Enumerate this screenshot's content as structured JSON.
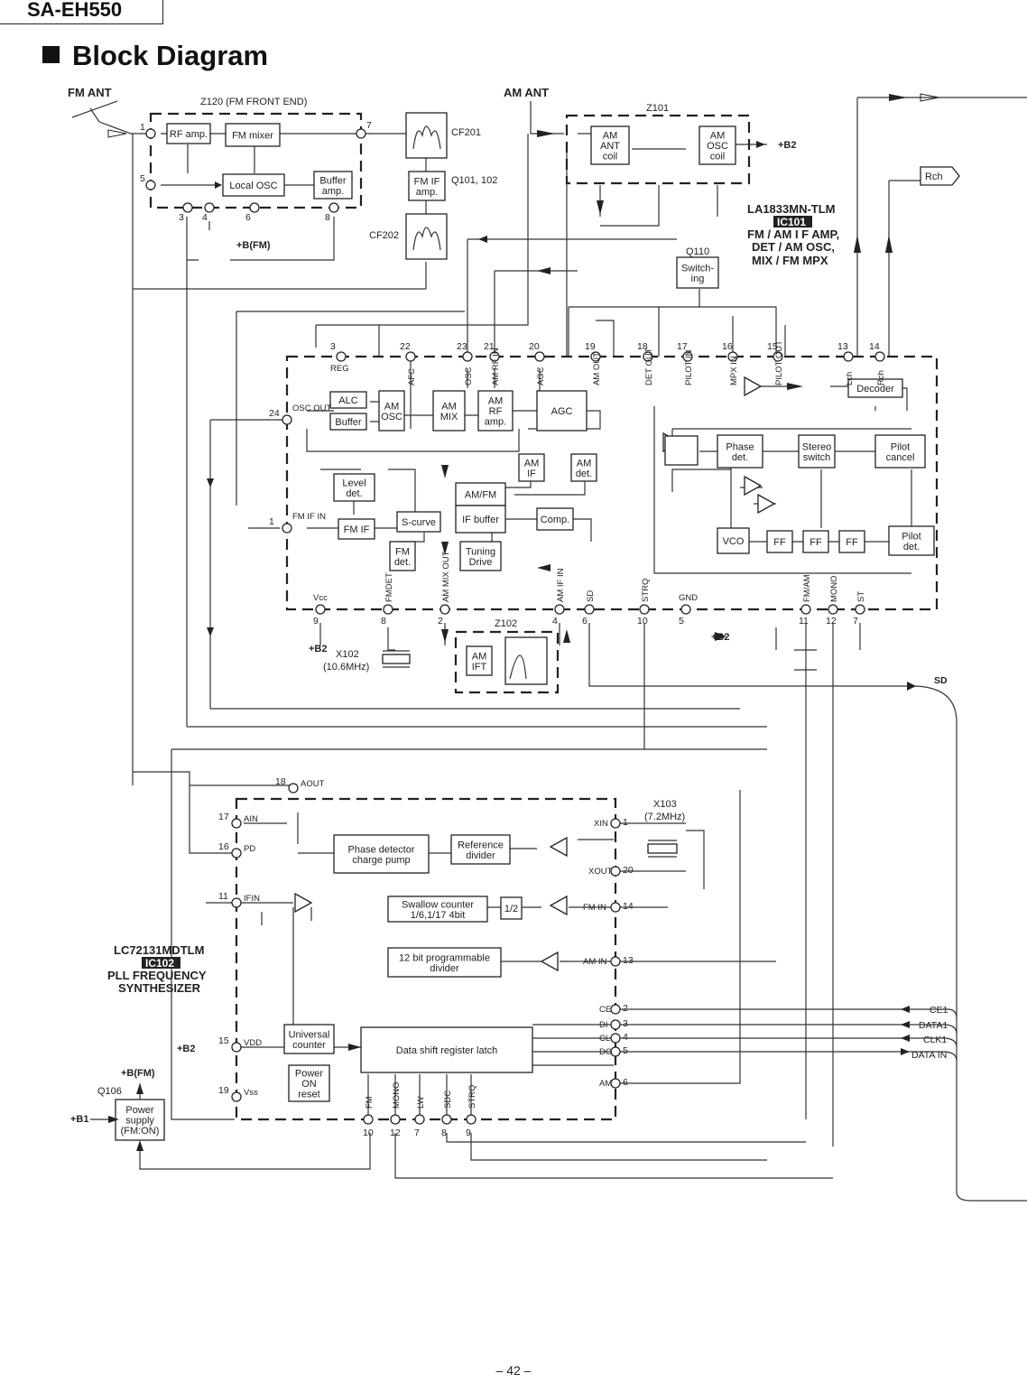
{
  "model": "SA-EH550",
  "heading": "Block Diagram",
  "page_number": "– 42 –",
  "labels": {
    "fm_ant": "FM ANT",
    "am_ant": "AM ANT",
    "z120": "Z120 (FM  FRONT  END)",
    "z101": "Z101",
    "z102": "Z102",
    "cf201": "CF201",
    "cf202": "CF202",
    "q101": "Q101,\n102",
    "q110": "Q110",
    "q106": "Q106",
    "x102": "X102",
    "x102_freq": "(10.6MHz)",
    "x103": "X103",
    "x103_freq": "(7.2MHz)",
    "b2": "+B2",
    "b_fm": "+B(FM)",
    "b1": "+B1",
    "rch": "Rch",
    "sd": "SD",
    "ic101_part": "LA1833MN-TLM",
    "ic101": "IC101",
    "ic101_desc1": "FM / AM  I F AMP,",
    "ic101_desc2": "DET / AM OSC,",
    "ic101_desc3": "MIX / FM  MPX",
    "ic102_part": "LC72131MDTLM",
    "ic102": "IC102",
    "ic102_desc1": "PLL  FREQUENCY",
    "ic102_desc2": "SYNTHESIZER"
  },
  "blocks": {
    "rf_amp": "RF amp.",
    "fm_mixer": "FM mixer",
    "local_osc": "Local OSC",
    "buffer_amp": [
      "Buffer",
      "amp."
    ],
    "fm_if_amp": [
      "FM IF",
      "amp."
    ],
    "am_ant_coil": [
      "AM",
      "ANT",
      "coil"
    ],
    "am_osc_coil": [
      "AM",
      "OSC",
      "coil"
    ],
    "switching": [
      "Switch-",
      "ing"
    ],
    "alc": "ALC",
    "buffer": "Buffer",
    "am_osc": [
      "AM",
      "OSC"
    ],
    "am_mix": [
      "AM",
      "MIX"
    ],
    "am_rf_amp": [
      "AM",
      "RF",
      "amp."
    ],
    "agc": "AGC",
    "decoder": "Decoder",
    "phase_det": [
      "Phase",
      "det."
    ],
    "stereo_switch": [
      "Stereo",
      "switch"
    ],
    "pilot_cancel": [
      "Pilot",
      "cancel"
    ],
    "am_if": [
      "AM",
      "IF"
    ],
    "am_det": [
      "AM",
      "det."
    ],
    "level_det": [
      "Level",
      "det."
    ],
    "am_fm": "AM/FM",
    "if_buffer": "IF buffer",
    "comp": "Comp.",
    "fm_if": "FM IF",
    "s_curve": "S-curve",
    "fm_det": [
      "FM",
      "det."
    ],
    "tuning_drive": [
      "Tuning",
      "Drive"
    ],
    "vco": "VCO",
    "ff": "FF",
    "pilot_det": [
      "Pilot",
      "det."
    ],
    "am_ift": [
      "AM",
      "IFT"
    ],
    "phase_detector": [
      "Phase detector",
      "charge  pump"
    ],
    "reference_divider": [
      "Reference",
      "divider"
    ],
    "swallow_counter": [
      "Swallow counter",
      "1/6,1/17  4bit"
    ],
    "half": "1/2",
    "prog_divider": [
      "12 bit programmable",
      "divider"
    ],
    "universal_counter": [
      "Universal",
      "counter"
    ],
    "data_shift": "Data  shift  register  latch",
    "power_on_reset": [
      "Power",
      "ON",
      "reset"
    ],
    "power_supply": [
      "Power",
      "supply",
      "(FM:ON)"
    ]
  },
  "ic101_pins_top": [
    {
      "num": "3",
      "name": "REG"
    },
    {
      "num": "22",
      "name": "AFC"
    },
    {
      "num": "23",
      "name": "OSC"
    },
    {
      "num": "21",
      "name": "AM RF IN"
    },
    {
      "num": "20",
      "name": "AGC"
    },
    {
      "num": "19",
      "name": "AM OUT"
    },
    {
      "num": "18",
      "name": "DET OUT"
    },
    {
      "num": "17",
      "name": "PILOT IN"
    },
    {
      "num": "16",
      "name": "MPX IN"
    },
    {
      "num": "15",
      "name": "PILOT OUT"
    },
    {
      "num": "13",
      "name": "Lch"
    },
    {
      "num": "14",
      "name": "Rch"
    }
  ],
  "ic101_pins_left": [
    {
      "num": "24",
      "name": "OSC OUT"
    },
    {
      "num": "1",
      "name": "FM IF IN"
    }
  ],
  "ic101_pins_bottom": [
    {
      "num": "9",
      "name": "Vcc"
    },
    {
      "num": "8",
      "name": "FMDET"
    },
    {
      "num": "2",
      "name": "AM MIX OUT"
    },
    {
      "num": "4",
      "name": "AM IF IN"
    },
    {
      "num": "6",
      "name": "SD"
    },
    {
      "num": "10",
      "name": "STRQ"
    },
    {
      "num": "5",
      "name": "GND"
    },
    {
      "num": "11",
      "name": "FM/AM"
    },
    {
      "num": "12",
      "name": "MONO"
    },
    {
      "num": "7",
      "name": "ST"
    }
  ],
  "z120_pins": [
    "1",
    "5",
    "7",
    "3",
    "4",
    "6",
    "8"
  ],
  "ic102_pins_left": [
    {
      "num": "18",
      "name": "AOUT"
    },
    {
      "num": "17",
      "name": "AIN"
    },
    {
      "num": "16",
      "name": "PD"
    },
    {
      "num": "11",
      "name": "IFIN"
    },
    {
      "num": "15",
      "name": "VDD"
    },
    {
      "num": "19",
      "name": "Vss"
    }
  ],
  "ic102_pins_right": [
    {
      "num": "1",
      "name": "XIN"
    },
    {
      "num": "20",
      "name": "XOUT"
    },
    {
      "num": "14",
      "name": "FM IN"
    },
    {
      "num": "13",
      "name": "AM IN"
    },
    {
      "num": "2",
      "name": "CE"
    },
    {
      "num": "3",
      "name": "DI"
    },
    {
      "num": "4",
      "name": "CL"
    },
    {
      "num": "5",
      "name": "DO"
    },
    {
      "num": "6",
      "name": "AM"
    }
  ],
  "ic102_pins_bottom": [
    {
      "num": "10",
      "name": "FM"
    },
    {
      "num": "12",
      "name": "MONO"
    },
    {
      "num": "7",
      "name": "LW"
    },
    {
      "num": "8",
      "name": "SDC"
    },
    {
      "num": "9",
      "name": "STRQ"
    }
  ],
  "bus_signals": [
    "CE1",
    "DATA1",
    "CLK1",
    "DATA IN"
  ]
}
